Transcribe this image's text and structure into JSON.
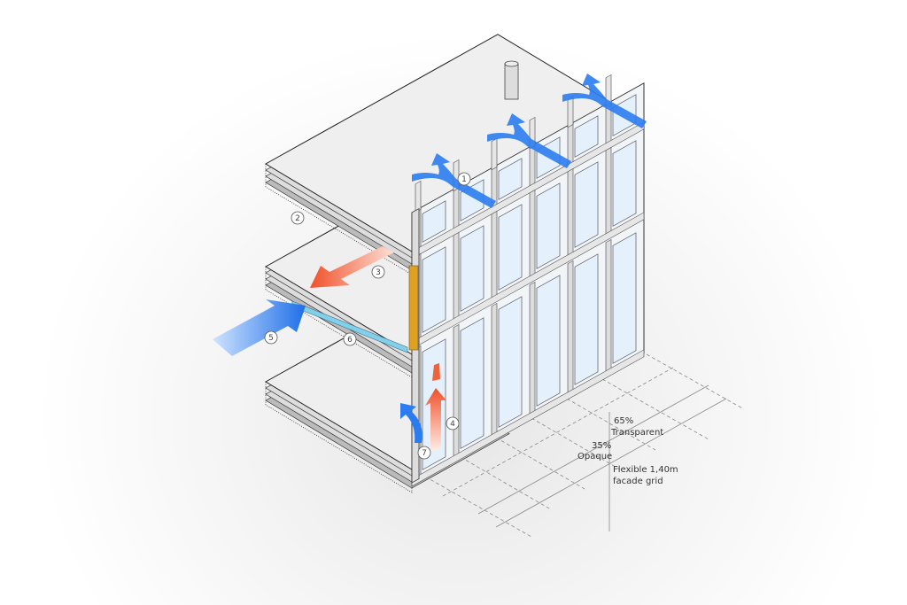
{
  "markers": [
    "1",
    "2",
    "3",
    "4",
    "5",
    "6",
    "7"
  ],
  "annotations": {
    "transparent_pct": "65%",
    "transparent_label": "Transparent",
    "opaque_pct": "35%",
    "opaque_label": "Opaque",
    "grid_line1": "Flexible 1,40m",
    "grid_line2": "facade grid"
  },
  "colors": {
    "cool_air": "#2b7cf0",
    "warm_air": "#f0623a",
    "glass": "#e6f1fb",
    "slab": "#eeeeee",
    "insulation": "#e0a020"
  }
}
